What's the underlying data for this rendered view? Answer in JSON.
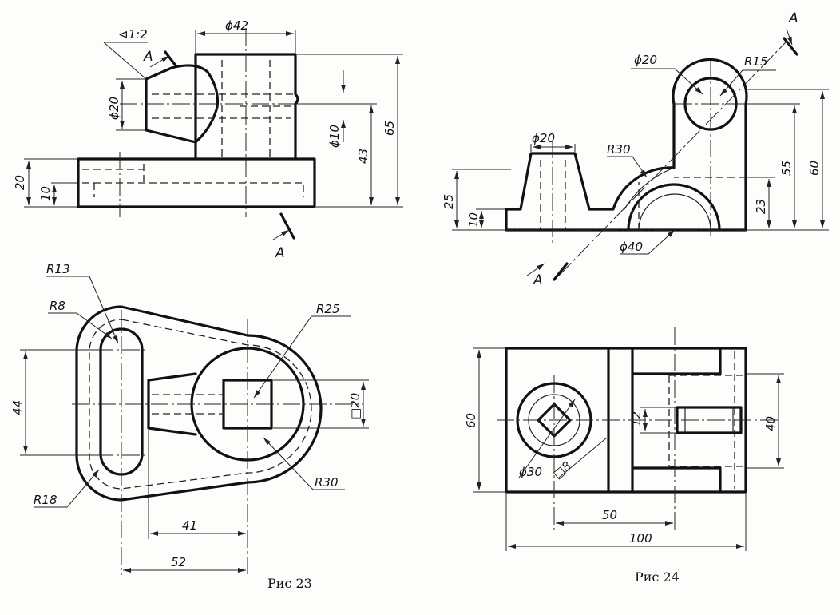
{
  "fig23": {
    "caption": "Рис 23",
    "labels": {
      "taper": "⊲1:2",
      "section_a_top": "A",
      "section_a_bottom": "A",
      "d42": "ϕ42",
      "d20": "ϕ20",
      "d10": "ϕ10",
      "h43": "43",
      "h65": "65",
      "h20": "20",
      "h10": "10",
      "r13": "R13",
      "r8": "R8",
      "r25": "R25",
      "r18": "R18",
      "r30": "R30",
      "w44": "44",
      "sq20": "□20",
      "l41": "41",
      "l52": "52"
    }
  },
  "fig24": {
    "caption": "Рис 24",
    "labels": {
      "section_a_top": "A",
      "section_a_bottom": "A",
      "d20_top": "ϕ20",
      "r15": "R15",
      "d20_boss": "ϕ20",
      "r30": "R30",
      "d40": "ϕ40",
      "h25": "25",
      "h10": "10",
      "h23": "23",
      "h55": "55",
      "h60": "60",
      "w60": "60",
      "w40": "40",
      "w12": "12",
      "d30": "ϕ30",
      "sq8": "□8",
      "l50": "50",
      "l100": "100"
    }
  }
}
